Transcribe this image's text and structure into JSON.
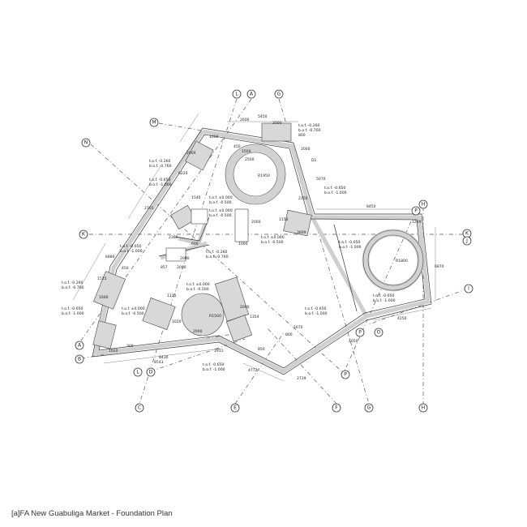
{
  "caption": "[a]FA New Guabuliga Market - Foundation Plan",
  "grid_labels": [
    "L",
    "A",
    "G",
    "M",
    "N",
    "K",
    "K",
    "J",
    "H",
    "H",
    "P",
    "I",
    "O",
    "P",
    "P",
    "A",
    "B",
    "L",
    "D",
    "C",
    "E",
    "F",
    "G",
    "H",
    "D1"
  ],
  "radius_labels": [
    "R1950",
    "R1800",
    "R1500"
  ],
  "level_notes": [
    "t.o.f. -0.260",
    "b.o.f. -0.760",
    "t.o.f. -0.260",
    "b.o.f. -0.760",
    "t.o.f. -0.650",
    "b.o.f. -1.000",
    "t.o.f. ±0.000",
    "b.o.f. -0.500",
    "t.o.f. ±0.000",
    "b.o.f. -0.500",
    "t.o.f. -0.650",
    "b.o.f. -1.000",
    "t.o.f. ±0.000",
    "b.o.f. -0.500",
    "t.o.f. -0.650",
    "b.o.f. -1.000",
    "t.o.f. -0.650",
    "b.o.f. -1.000",
    "t.o.f. -0.260",
    "b.o.f. -0.760",
    "t.o.f. -0.650",
    "b.o.f. -1.000",
    "t.o.f. -0.260",
    "b.o.f. -0.760",
    "t.o.f. ±0.000",
    "b.o.f. -0.500",
    "t.o.f. ±0.000",
    "b.o.f. -0.500",
    "t.o.f. -0.650",
    "b.o.f. -1.000",
    "t.o.f. -0.650",
    "b.o.f. -1.000",
    "t.o.f. -0.650",
    "b.o.f. -1.000"
  ],
  "dimensions": [
    "5450",
    "2600",
    "2000",
    "800",
    "1000",
    "2000",
    "6220",
    "450",
    "1500",
    "2500",
    "2000",
    "5070",
    "2150",
    "8450",
    "1269",
    "6870",
    "2765",
    "1540",
    "2000",
    "3609",
    "1150",
    "2000",
    "2365",
    "600",
    "857",
    "2000",
    "1000",
    "6880",
    "1525",
    "450",
    "1600",
    "1020",
    "300",
    "8430",
    "8543",
    "1911",
    "1125",
    "1020",
    "2000",
    "1354",
    "1670",
    "4772",
    "2739",
    "4050",
    "4250",
    "2000",
    "850",
    "800"
  ]
}
